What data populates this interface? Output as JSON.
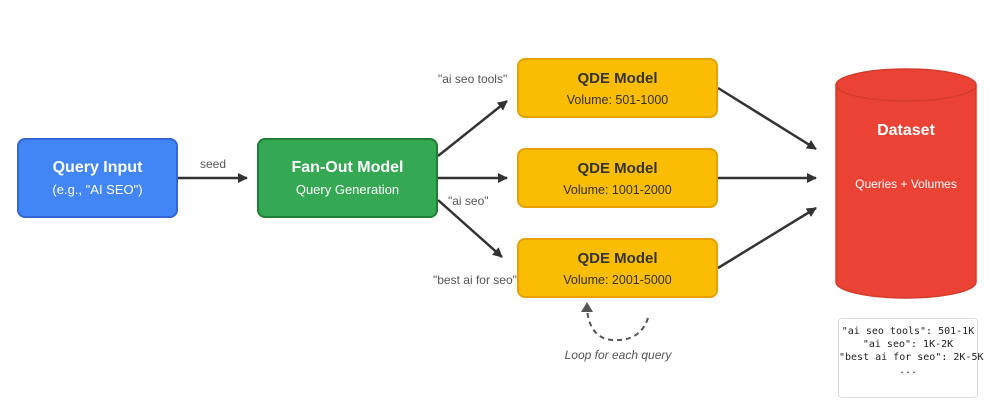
{
  "query_input": {
    "title": "Query Input",
    "subtitle": "(e.g., \"AI SEO\")"
  },
  "edge_seed": "seed",
  "fan_out": {
    "title": "Fan-Out Model",
    "subtitle": "Query Generation"
  },
  "qde_models": [
    {
      "title": "QDE Model",
      "volume": "Volume: 501-1000",
      "query_label": "\"ai seo tools\""
    },
    {
      "title": "QDE Model",
      "volume": "Volume: 1001-2000",
      "query_label": "\"ai seo\""
    },
    {
      "title": "QDE Model",
      "volume": "Volume: 2001-5000",
      "query_label": "\"best ai for seo\""
    }
  ],
  "loop_label": "Loop for each query",
  "dataset": {
    "title": "Dataset",
    "subtitle": "Queries + Volumes"
  },
  "dataset_note": [
    "\"ai seo tools\": 501-1K",
    "\"ai seo\": 1K-2K",
    "\"best ai for seo\": 2K-5K",
    "..."
  ],
  "colors": {
    "query_input": "#4285f4",
    "fan_out": "#34a853",
    "qde": "#fbbc04",
    "dataset": "#ea4335"
  }
}
